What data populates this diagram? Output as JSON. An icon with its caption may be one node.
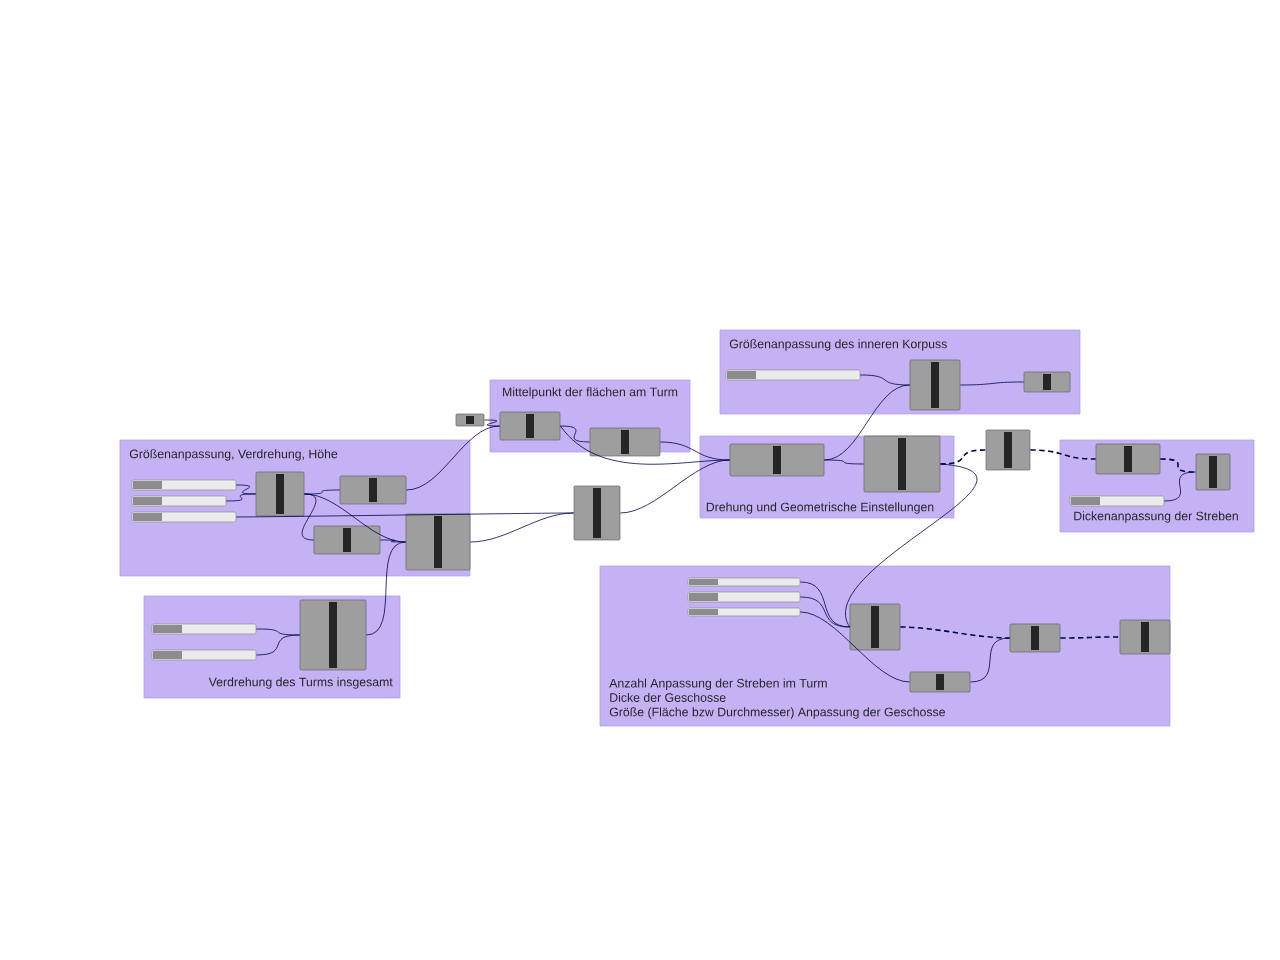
{
  "diagram": {
    "nodes": [
      {
        "text": [
          "Größenanpassung, Verdrehung, Höhe"
        ]
      },
      {
        "text": [],
        "shape": "bar",
        "in": 0
      },
      {
        "text": [],
        "shape": "bar",
        "in": 0
      },
      {
        "text": [],
        "shape": "bar",
        "in": 0
      },
      {
        "text": [],
        "shape": "box",
        "in": 0
      },
      {
        "text": [],
        "shape": "box",
        "in": 0
      },
      {
        "text": [],
        "shape": "box",
        "in": 0
      },
      {
        "text": [],
        "shape": "box",
        "in": 0
      },
      {
        "text": [],
        "shape": "box"
      },
      {
        "text": [
          "Mittelpunkt der flächen am Turm"
        ]
      },
      {
        "text": [],
        "shape": "box",
        "in": 9
      },
      {
        "text": [],
        "shape": "box",
        "in": 9
      },
      {
        "text": [],
        "shape": "box"
      },
      {
        "text": [
          "Größenanpassung des inneren Korpuss"
        ]
      },
      {
        "text": [],
        "shape": "bar",
        "in": 13
      },
      {
        "text": [],
        "shape": "box",
        "in": 13
      },
      {
        "text": [],
        "shape": "box",
        "in": 13
      },
      {
        "text": [
          "Drehung und Geometrische Einstellungen"
        ]
      },
      {
        "text": [],
        "shape": "box",
        "in": 17
      },
      {
        "text": [],
        "shape": "box",
        "in": 17
      },
      {
        "text": [],
        "shape": "box"
      },
      {
        "text": [
          "Dickenanpassung der Streben"
        ]
      },
      {
        "text": [],
        "shape": "box",
        "in": 21
      },
      {
        "text": [],
        "shape": "box",
        "in": 21
      },
      {
        "text": [],
        "shape": "bar",
        "in": 21
      },
      {
        "text": [
          "Verdrehung des Turms insgesamt"
        ]
      },
      {
        "text": [],
        "shape": "bar",
        "in": 25
      },
      {
        "text": [],
        "shape": "bar",
        "in": 25
      },
      {
        "text": [],
        "shape": "box",
        "in": 25
      },
      {
        "text": [
          "Anzahl Anpassung der Streben im Turm",
          "Dicke der Geschosse",
          "Größe (Fläche bzw Durchmesser) Anpassung der Geschosse"
        ]
      },
      {
        "text": [],
        "shape": "bar",
        "in": 29
      },
      {
        "text": [],
        "shape": "bar",
        "in": 29
      },
      {
        "text": [],
        "shape": "bar",
        "in": 29
      },
      {
        "text": [],
        "shape": "box",
        "in": 29
      },
      {
        "text": [],
        "shape": "box",
        "in": 29
      },
      {
        "text": [],
        "shape": "box",
        "in": 29
      },
      {
        "text": [],
        "shape": "box",
        "in": 29
      }
    ],
    "edges": [
      {
        "from": 1,
        "to": 4,
        "arrow": "none"
      },
      {
        "from": 2,
        "to": 4,
        "arrow": "none"
      },
      {
        "from": 3,
        "to": 12,
        "arrow": "none"
      },
      {
        "from": 4,
        "to": 5,
        "arrow": "none"
      },
      {
        "from": 4,
        "to": 6,
        "arrow": "none"
      },
      {
        "from": 4,
        "to": 7,
        "arrow": "none"
      },
      {
        "from": 6,
        "to": 7,
        "arrow": "none"
      },
      {
        "from": 7,
        "to": 12,
        "arrow": "none"
      },
      {
        "from": 28,
        "to": 7,
        "arrow": "none"
      },
      {
        "from": 8,
        "to": 10,
        "arrow": "none"
      },
      {
        "from": 5,
        "to": 10,
        "arrow": "none"
      },
      {
        "from": 10,
        "to": 11,
        "arrow": "none"
      },
      {
        "from": 11,
        "to": 18,
        "arrow": "none"
      },
      {
        "from": 10,
        "to": 18,
        "arrow": "none"
      },
      {
        "from": 12,
        "to": 18,
        "arrow": "none"
      },
      {
        "from": 18,
        "to": 19,
        "arrow": "none"
      },
      {
        "from": 18,
        "to": 15,
        "arrow": "none"
      },
      {
        "from": 14,
        "to": 15,
        "arrow": "none"
      },
      {
        "from": 15,
        "to": 16,
        "arrow": "none"
      },
      {
        "from": 19,
        "to": 20,
        "arrow": "none",
        "style": "dashed"
      },
      {
        "from": 20,
        "to": 22,
        "arrow": "none",
        "style": "dashed"
      },
      {
        "from": 22,
        "to": 23,
        "arrow": "none",
        "style": "dashed"
      },
      {
        "from": 24,
        "to": 23,
        "arrow": "none"
      },
      {
        "from": 26,
        "to": 28,
        "arrow": "none"
      },
      {
        "from": 27,
        "to": 28,
        "arrow": "none"
      },
      {
        "from": 19,
        "to": 33,
        "arrow": "none"
      },
      {
        "from": 30,
        "to": 33,
        "arrow": "none"
      },
      {
        "from": 31,
        "to": 33,
        "arrow": "none"
      },
      {
        "from": 32,
        "to": 34,
        "arrow": "none"
      },
      {
        "from": 33,
        "to": 35,
        "arrow": "none",
        "style": "dashed"
      },
      {
        "from": 34,
        "to": 35,
        "arrow": "none"
      },
      {
        "from": 35,
        "to": 36,
        "arrow": "none",
        "style": "dashed"
      }
    ]
  }
}
